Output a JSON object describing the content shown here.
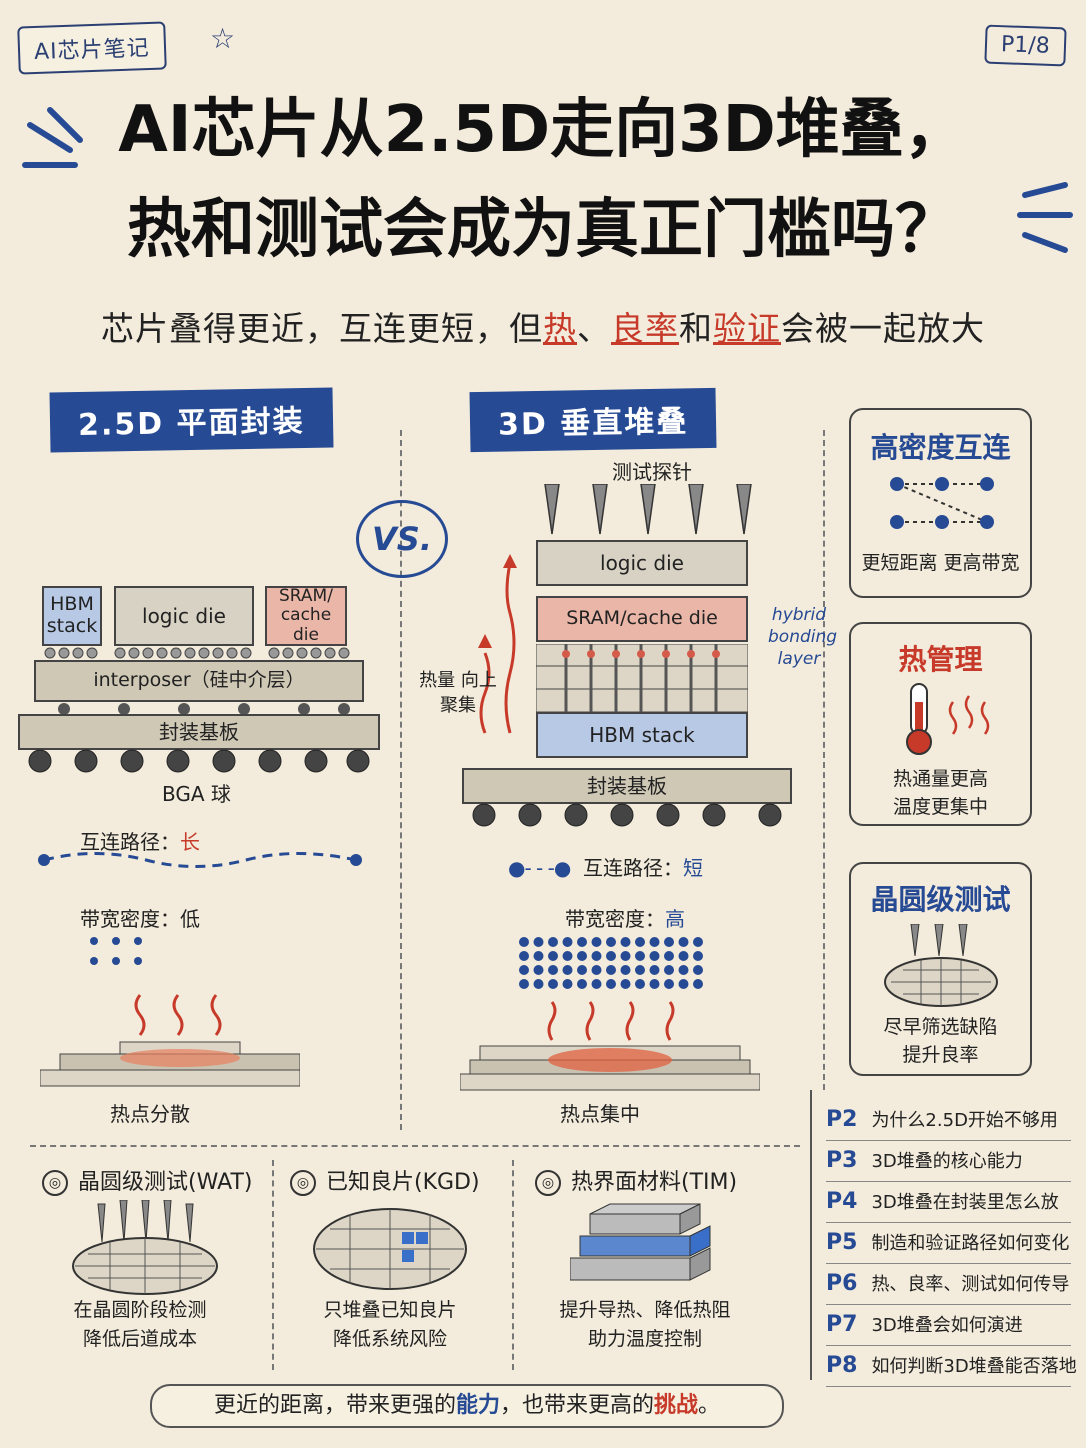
{
  "header": {
    "tag": "AI芯片笔记",
    "page": "P1/8"
  },
  "title_line1": "AI芯片从2.5D走向3D堆叠，",
  "title_line2": "热和测试会成为真正门槛吗？",
  "subtitle": {
    "p1": "芯片叠得更近，互连更短，但",
    "hot": "热",
    "p2": "、",
    "yield": "良率",
    "p3": "和",
    "verify": "验证",
    "p4": "会被一起放大"
  },
  "left": {
    "band": "2.5D 平面封装",
    "hbm": "HBM stack",
    "logic": "logic die",
    "sram": "SRAM/ cache die",
    "interposer": "interposer（硅中介层）",
    "substrate": "封装基板",
    "bga": "BGA 球",
    "path_label": "互连路径：",
    "path_value": "长",
    "bw_label": "带宽密度：",
    "bw_value": "低",
    "hot": "热点分散"
  },
  "vs": "VS.",
  "mid": {
    "band": "3D 垂直堆叠",
    "probe": "测试探针",
    "logic": "logic die",
    "sram": "SRAM/cache die",
    "hybrid": "hybrid bonding layer",
    "hbm": "HBM stack",
    "substrate": "封装基板",
    "heat": "热量 向上聚集",
    "path_label": "互连路径：",
    "path_value": "短",
    "bw_label": "带宽密度：",
    "bw_value": "高",
    "hot": "热点集中"
  },
  "cards": [
    {
      "title": "高密度互连",
      "text": "更短距离 更高带宽",
      "color": "#264a94"
    },
    {
      "title": "热管理",
      "text1": "热通量更高",
      "text2": "温度更集中",
      "color": "#c73a2a"
    },
    {
      "title": "晶圆级测试",
      "text1": "尽早筛选缺陷",
      "text2": "提升良率",
      "color": "#264a94"
    }
  ],
  "bottom": [
    {
      "title": "晶圆级测试(WAT)",
      "l1": "在晶圆阶段检测",
      "l2": "降低后道成本"
    },
    {
      "title": "已知良片(KGD)",
      "l1": "只堆叠已知良片",
      "l2": "降低系统风险"
    },
    {
      "title": "热界面材料(TIM)",
      "l1": "提升导热、降低热阻",
      "l2": "助力温度控制"
    }
  ],
  "toc": [
    {
      "p": "P2",
      "t": "为什么2.5D开始不够用"
    },
    {
      "p": "P3",
      "t": "3D堆叠的核心能力"
    },
    {
      "p": "P4",
      "t": "3D堆叠在封装里怎么放"
    },
    {
      "p": "P5",
      "t": "制造和验证路径如何变化"
    },
    {
      "p": "P6",
      "t": "热、良率、测试如何传导"
    },
    {
      "p": "P7",
      "t": "3D堆叠会如何演进"
    },
    {
      "p": "P8",
      "t": "如何判断3D堆叠能否落地"
    }
  ],
  "footer": {
    "p1": "更近的距离，带来更强的",
    "a": "能力",
    "p2": "，也带来更高的",
    "b": "挑战",
    "p3": "。"
  }
}
